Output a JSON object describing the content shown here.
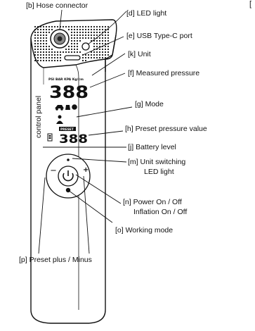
{
  "corner_mark": "[",
  "side_label": "control panel",
  "labels": {
    "b": "[b] Hose connector",
    "d": "[d] LED light",
    "e": "[e] USB Type-C port",
    "k": "[k] Unit",
    "f": "[f] Measured pressure",
    "g": "[g] Mode",
    "h": "[h] Preset pressure value",
    "j": "[j] Battery level",
    "m_line1": "[m] Unit switching",
    "m_line2": "LED light",
    "n_line1": "[n] Power On / Off",
    "n_line2": "Inflation On / Off",
    "o": "[o]  Working mode",
    "p": "[p] Preset plus / Minus"
  },
  "display": {
    "units": "PSI BAR KPA Kg/cm",
    "measured": "388",
    "preset": "388",
    "tag": "PRESET",
    "plus": "+",
    "minus": "—"
  }
}
